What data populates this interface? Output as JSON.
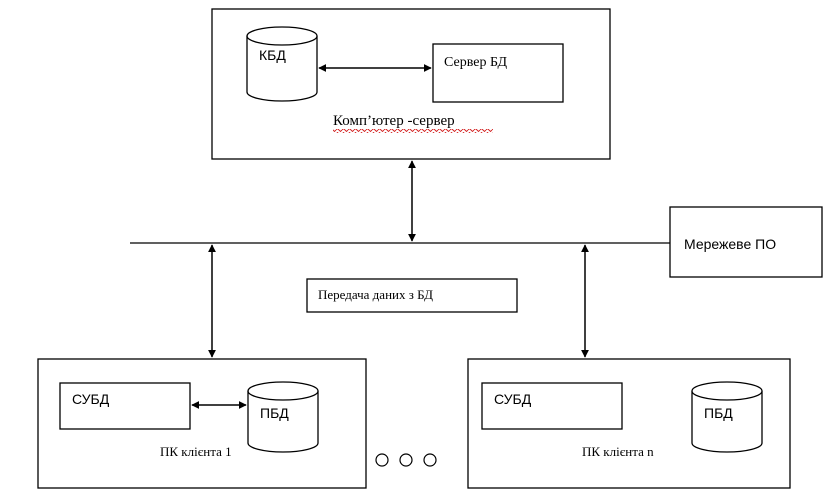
{
  "server": {
    "kbd_label": "КБД",
    "db_server_label": "Сервер БД",
    "caption": "Комп’ютер -сервер"
  },
  "network": {
    "software_label": "Мережеве ПО",
    "transfer_label": "Передача даних з БД"
  },
  "client1": {
    "dbms_label": "СУБД",
    "pbd_label": "ПБД",
    "caption": "ПК клієнта 1"
  },
  "clientn": {
    "dbms_label": "СУБД",
    "pbd_label": "ПБД",
    "caption": "ПК клієнта n"
  },
  "colors": {
    "line": "#000000",
    "spellcheck_underline": "#d21f1f"
  }
}
